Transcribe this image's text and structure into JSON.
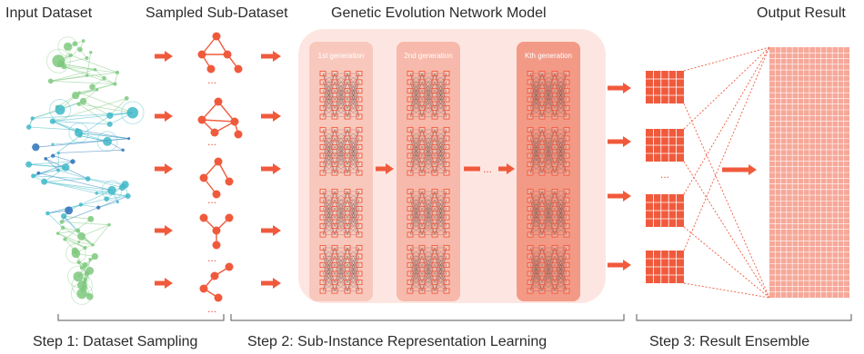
{
  "headers": {
    "input": "Input Dataset",
    "sampled": "Sampled Sub-Dataset",
    "model": "Genetic Evolution Network Model",
    "output": "Output Result"
  },
  "generations": [
    "1st generation",
    "2nd generation",
    "Kth generation"
  ],
  "ellipsis": "...",
  "steps": [
    "Step 1: Dataset Sampling",
    "Step 2: Sub-Instance Representation Learning",
    "Step 3: Result Ensemble"
  ],
  "colors": {
    "accent": "#f05a3c",
    "panel_bg": "#fde6e1",
    "gen_panels": [
      "#f9c8bd",
      "#f7b9ab",
      "#f39a87"
    ],
    "node_green": "#7fc97f",
    "node_teal": "#3fb8c8",
    "node_blue": "#2a72b8"
  }
}
